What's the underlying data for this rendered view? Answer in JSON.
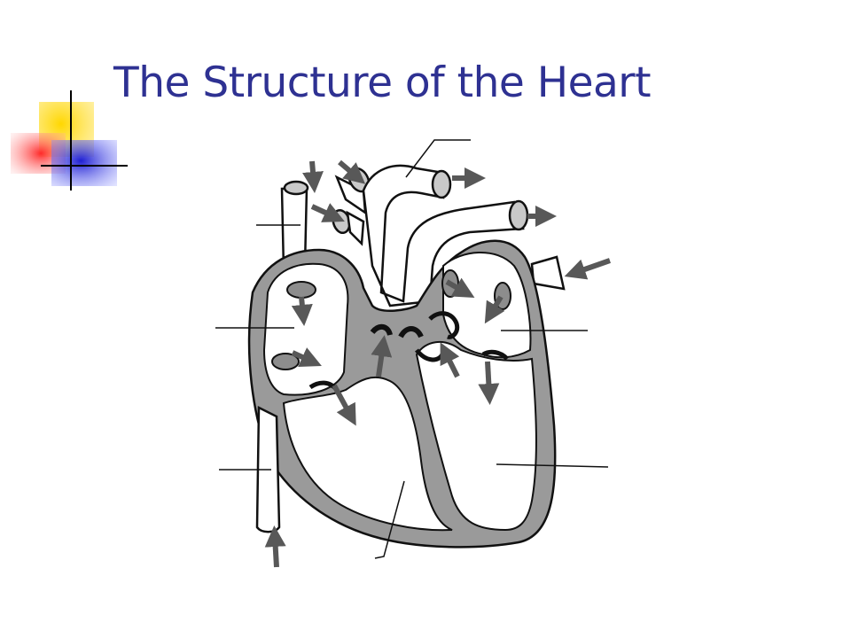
{
  "slide": {
    "title": "The Structure of the Heart"
  },
  "colors": {
    "title": "#2e3192",
    "wall_fill": "#9a9a9a",
    "outline": "#111111",
    "arrow": "#585858",
    "deco_yellow": "#ffd700",
    "deco_red": "#ff3b3b",
    "deco_blue": "#2a2ad6"
  },
  "icons": [
    "blood-flow-arrow",
    "corner-decoration"
  ]
}
